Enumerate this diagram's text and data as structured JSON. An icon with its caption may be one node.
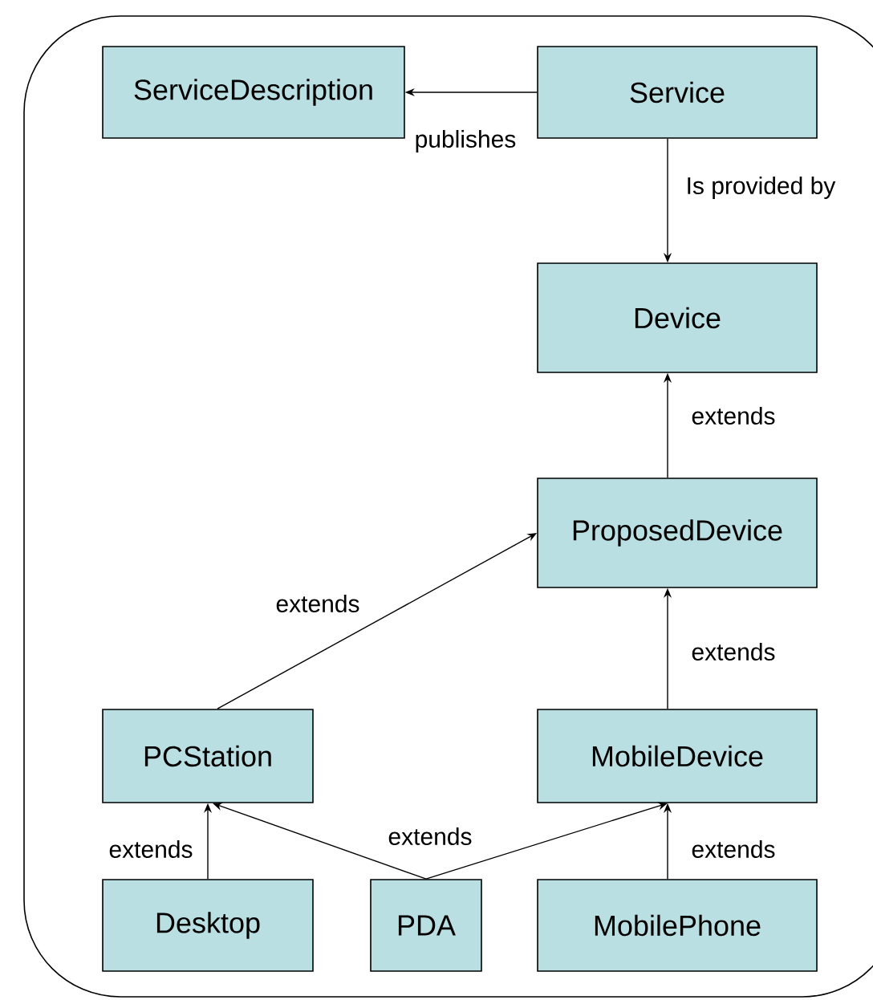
{
  "diagram": {
    "nodes": [
      {
        "text": [
          "ServiceDescription"
        ]
      },
      {
        "text": [
          "Service"
        ]
      },
      {
        "text": [
          "Device"
        ]
      },
      {
        "text": [
          "ProposedDevice"
        ]
      },
      {
        "text": [
          "PCStation"
        ]
      },
      {
        "text": [
          "MobileDevice"
        ]
      },
      {
        "text": [
          "Desktop"
        ]
      },
      {
        "text": [
          "PDA"
        ]
      },
      {
        "text": [
          "MobilePhone"
        ]
      }
    ],
    "edges": [
      {
        "from": 1,
        "to": 0,
        "arrow": "to",
        "label": "publishes"
      },
      {
        "from": 1,
        "to": 2,
        "arrow": "to",
        "label": "Is provided by"
      },
      {
        "from": 3,
        "to": 2,
        "arrow": "to",
        "label": "extends"
      },
      {
        "from": 4,
        "to": 3,
        "arrow": "to",
        "label": "extends"
      },
      {
        "from": 5,
        "to": 3,
        "arrow": "to",
        "label": "extends"
      },
      {
        "from": 6,
        "to": 4,
        "arrow": "to",
        "label": "extends"
      },
      {
        "from": 7,
        "to": 4,
        "arrow": "to"
      },
      {
        "from": 7,
        "to": 5,
        "arrow": "to",
        "label": "extends"
      },
      {
        "from": 8,
        "to": 5,
        "arrow": "to",
        "label": "extends"
      }
    ]
  }
}
